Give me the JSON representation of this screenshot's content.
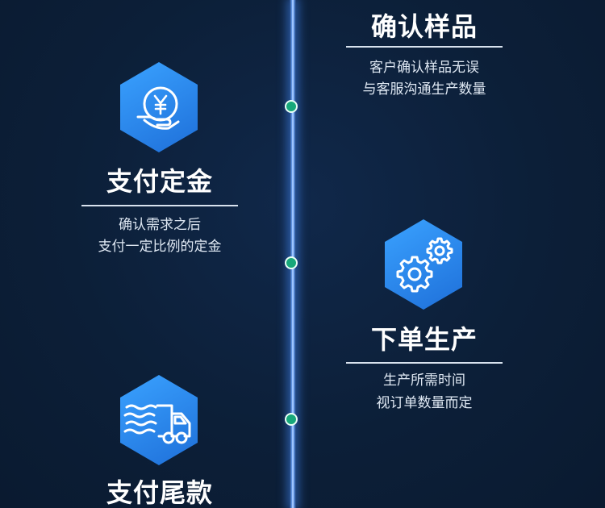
{
  "steps": [
    {
      "title": "确认样品",
      "desc_line1": "客户确认样品无误",
      "desc_line2": "与客服沟通生产数量",
      "icon": "sample-confirm"
    },
    {
      "title": "支付定金",
      "desc_line1": "确认需求之后",
      "desc_line2": "支付一定比例的定金",
      "icon": "yen-hand-icon"
    },
    {
      "title": "下单生产",
      "desc_line1": "生产所需时间",
      "desc_line2": "视订单数量而定",
      "icon": "gears-icon"
    },
    {
      "title": "支付尾款",
      "icon": "delivery-truck-icon"
    }
  ],
  "colors": {
    "background": "#0c1f38",
    "hex_light": "#3aa2ff",
    "hex_dark": "#1e6fd9",
    "node": "#17a87a",
    "text": "#ffffff"
  }
}
